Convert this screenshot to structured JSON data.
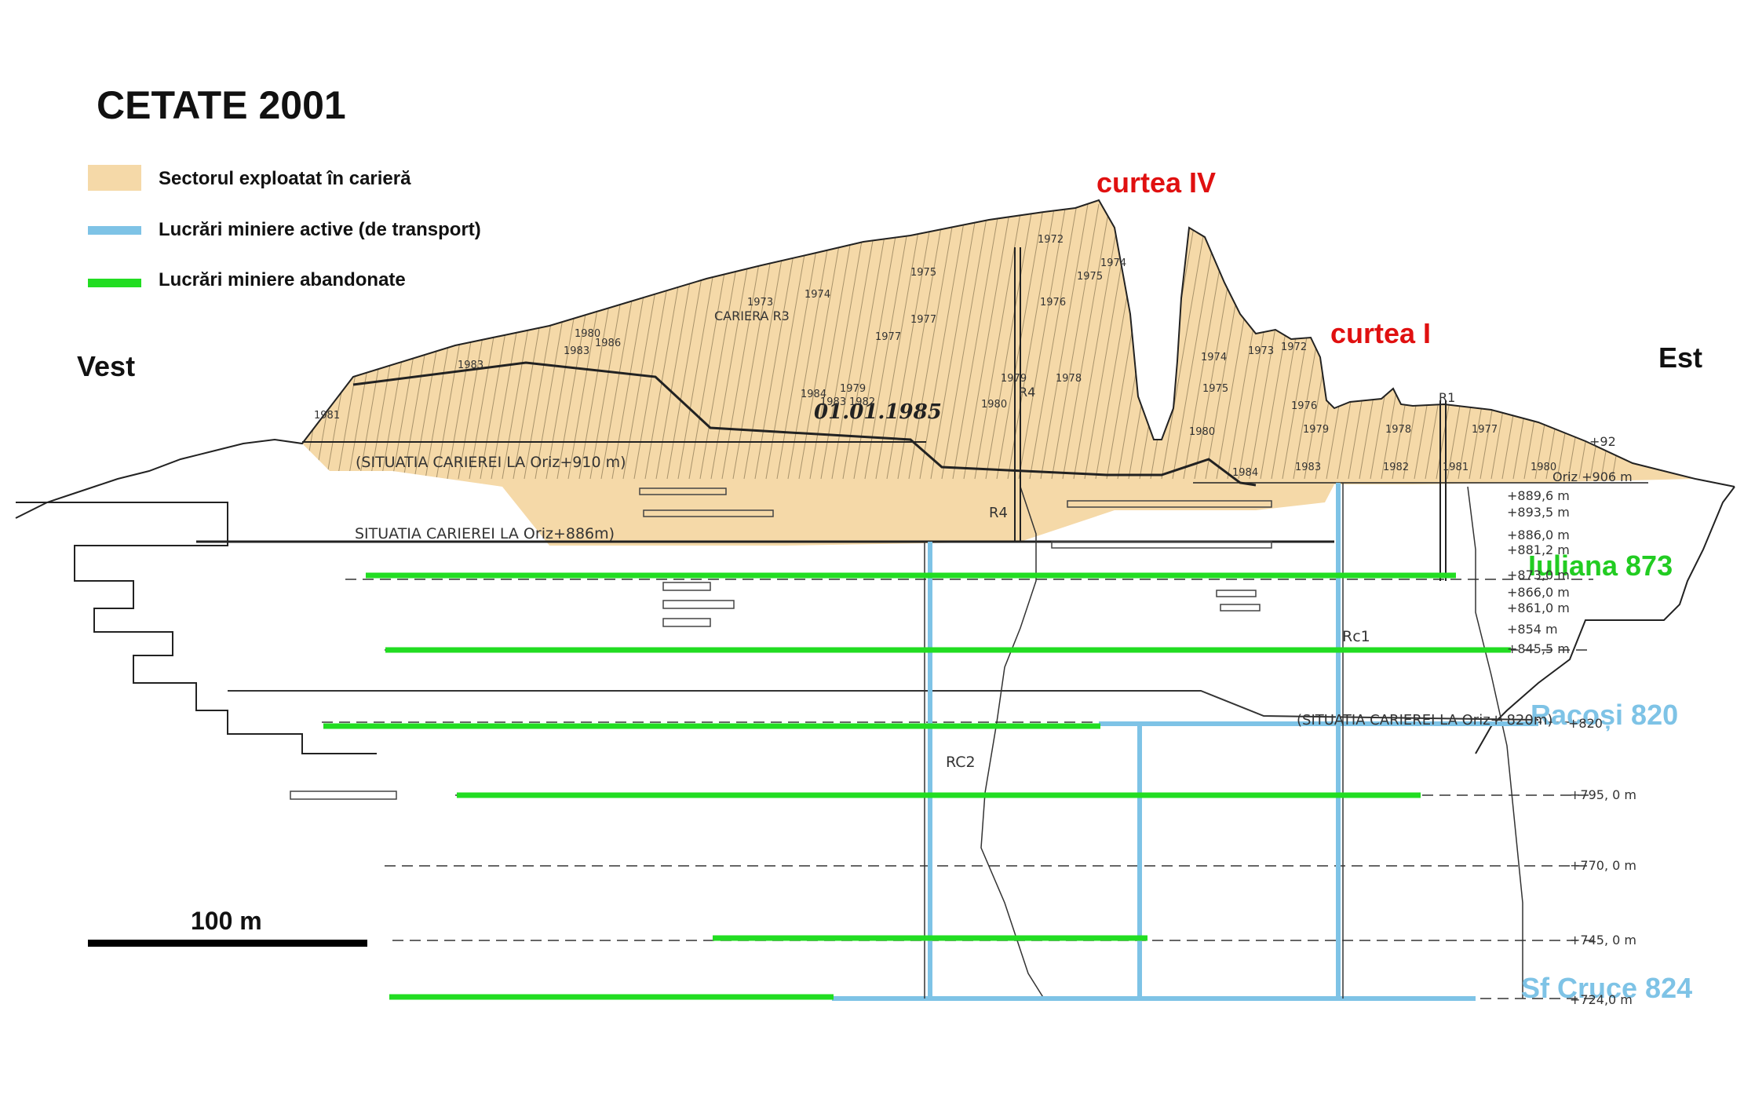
{
  "title": "CETATE  2001",
  "legend": [
    {
      "label": "Sectorul exploatat în carieră",
      "color": "#f5d9a8"
    },
    {
      "label": "Lucrări miniere active (de transport)",
      "color": "#7ec3e6"
    },
    {
      "label": "Lucrări miniere abandonate",
      "color": "#22dd22"
    }
  ],
  "sides": {
    "west": "Vest",
    "east": "Est"
  },
  "courts": {
    "iv": "curtea IV",
    "i": "curtea I"
  },
  "levels": [
    {
      "label": "Iuliana 873",
      "color": "#22cc22"
    },
    {
      "label": "Racoși 820",
      "color": "#7ec3e6"
    },
    {
      "label": "Sf Cruce 824",
      "color": "#7ec3e6"
    }
  ],
  "scale": {
    "label": "100 m"
  },
  "annotations": {
    "date": "01.01.1985",
    "situatia_910": "(SITUATIA CARIEREI LA Oriz+910 m)",
    "situatia_886": "SITUATIA CARIEREI LA Oriz+886m)",
    "situatia_820": "(SITUATIA CARIEREI LA Oriz+ 820m)",
    "cariera_r3": "CARIERA R3",
    "r4a": "R4",
    "r4b": "R4",
    "r1": "R1",
    "rc1": "Rc1",
    "rc2": "RC2",
    "elev_92": "+92",
    "elev_906": "Oriz +906 m",
    "elev_8896": "+889,6 m",
    "elev_8935": "+893,5 m",
    "elev_886": "+886,0 m",
    "elev_8812": "+881,2 m",
    "elev_873": "+873,0 m",
    "elev_866": "+866,0 m",
    "elev_861": "+861,0 m",
    "elev_854": "+854 m",
    "elev_8455": "+845,5 m",
    "elev_820": "+820",
    "elev_795": "+795, 0 m",
    "elev_770": "+770, 0 m",
    "elev_745": "+745, 0 m",
    "elev_724": "+724,0 m",
    "years": [
      "1983",
      "1981",
      "1983",
      "1980",
      "1986",
      "1973",
      "1974",
      "1975",
      "1972",
      "1974",
      "1975",
      "1976",
      "1977",
      "1978",
      "1979",
      "1980",
      "1982",
      "1983",
      "1984",
      "1977",
      "1979",
      "1974",
      "1973",
      "1972",
      "1975",
      "1976",
      "1980",
      "1979",
      "1978",
      "1977",
      "1984",
      "1983",
      "1982",
      "1981",
      "1980"
    ]
  }
}
